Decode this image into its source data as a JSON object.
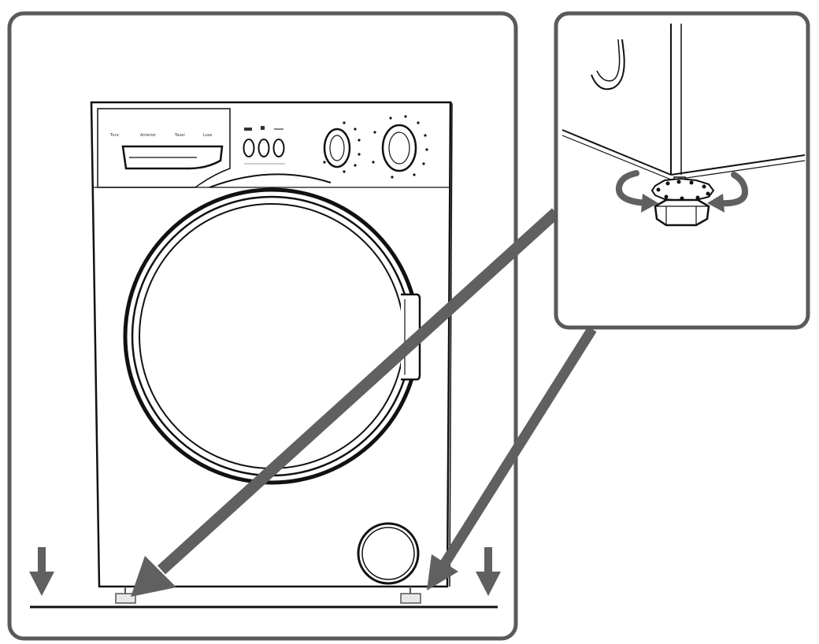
{
  "figure": {
    "panel_labels": [
      "Tunc",
      "Anterior",
      "Tavel",
      "Lose"
    ],
    "colors": {
      "line": "#111111",
      "frame": "#5a5a5a",
      "arrow": "#606060",
      "foot_fill": "#e8e8e8",
      "background": "#ffffff"
    }
  }
}
